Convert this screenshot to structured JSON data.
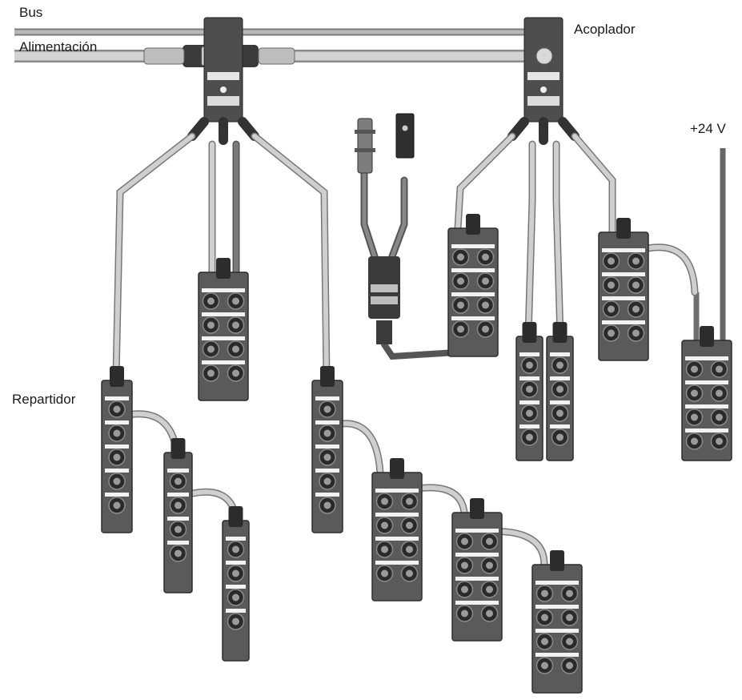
{
  "labels": {
    "bus": "Bus",
    "power": "Alimentación",
    "coupler": "Acoplador",
    "distributor": "Repartidor",
    "voltage": "+24 V"
  },
  "colors": {
    "cable_light": "#c9c9c9",
    "cable_dark": "#6f6f6f",
    "module_body": "#5a5a5a",
    "module_dark": "#2c2c2c",
    "socket": "#2a2a2a",
    "label_strip": "#f2f2f2"
  }
}
